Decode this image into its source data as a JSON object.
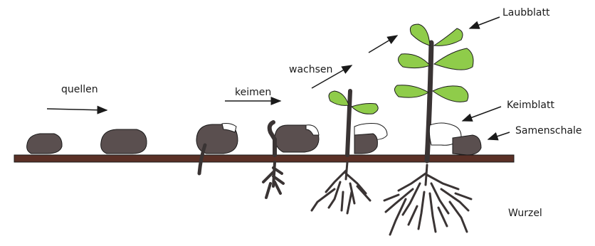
{
  "labels": {
    "quellen": "quellen",
    "keimen": "keimen",
    "wachsen": "wachsen",
    "laubblatt": "Laubblatt",
    "keimblatt": "Keimblatt",
    "samenschale": "Samenschale",
    "wurzel": "Wurzel"
  },
  "colors": {
    "seed": "#5a4f4f",
    "root": "#3a3434",
    "soil": "#5a3026",
    "leaf": "#8fcc4a",
    "outline": "#1a1a1a"
  }
}
